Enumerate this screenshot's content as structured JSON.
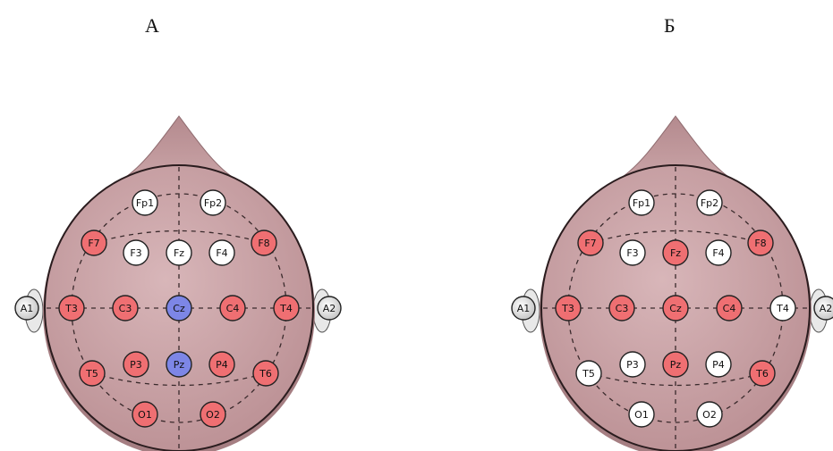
{
  "panels": [
    {
      "id": "A",
      "title": "А",
      "electrodes": [
        {
          "label": "Fp1",
          "state": "inactive"
        },
        {
          "label": "Fp2",
          "state": "inactive"
        },
        {
          "label": "F7",
          "state": "active"
        },
        {
          "label": "F3",
          "state": "inactive"
        },
        {
          "label": "Fz",
          "state": "inactive"
        },
        {
          "label": "F4",
          "state": "inactive"
        },
        {
          "label": "F8",
          "state": "active"
        },
        {
          "label": "A1",
          "state": "inactive"
        },
        {
          "label": "T3",
          "state": "active"
        },
        {
          "label": "C3",
          "state": "active"
        },
        {
          "label": "Cz",
          "state": "reference"
        },
        {
          "label": "C4",
          "state": "active"
        },
        {
          "label": "T4",
          "state": "active"
        },
        {
          "label": "A2",
          "state": "inactive"
        },
        {
          "label": "T5",
          "state": "active"
        },
        {
          "label": "P3",
          "state": "active"
        },
        {
          "label": "Pz",
          "state": "reference"
        },
        {
          "label": "P4",
          "state": "active"
        },
        {
          "label": "T6",
          "state": "active"
        },
        {
          "label": "O1",
          "state": "active"
        },
        {
          "label": "O2",
          "state": "active"
        }
      ]
    },
    {
      "id": "B",
      "title": "Б",
      "electrodes": [
        {
          "label": "Fp1",
          "state": "inactive"
        },
        {
          "label": "Fp2",
          "state": "inactive"
        },
        {
          "label": "F7",
          "state": "active"
        },
        {
          "label": "F3",
          "state": "inactive"
        },
        {
          "label": "Fz",
          "state": "active"
        },
        {
          "label": "F4",
          "state": "inactive"
        },
        {
          "label": "F8",
          "state": "active"
        },
        {
          "label": "A1",
          "state": "inactive"
        },
        {
          "label": "T3",
          "state": "active"
        },
        {
          "label": "C3",
          "state": "active"
        },
        {
          "label": "Cz",
          "state": "active"
        },
        {
          "label": "C4",
          "state": "active"
        },
        {
          "label": "T4",
          "state": "inactive"
        },
        {
          "label": "A2",
          "state": "inactive"
        },
        {
          "label": "T5",
          "state": "inactive"
        },
        {
          "label": "P3",
          "state": "inactive"
        },
        {
          "label": "Pz",
          "state": "active"
        },
        {
          "label": "P4",
          "state": "inactive"
        },
        {
          "label": "T6",
          "state": "active"
        },
        {
          "label": "O1",
          "state": "inactive"
        },
        {
          "label": "O2",
          "state": "inactive"
        }
      ]
    }
  ],
  "colors": {
    "active": "#ef6f72",
    "reference": "#7d86e6",
    "inactive": "#ffffff",
    "scalp": "#c9a3a6",
    "scalp_edge": "#2a1c1e",
    "dashes": "#3a2a2c"
  }
}
